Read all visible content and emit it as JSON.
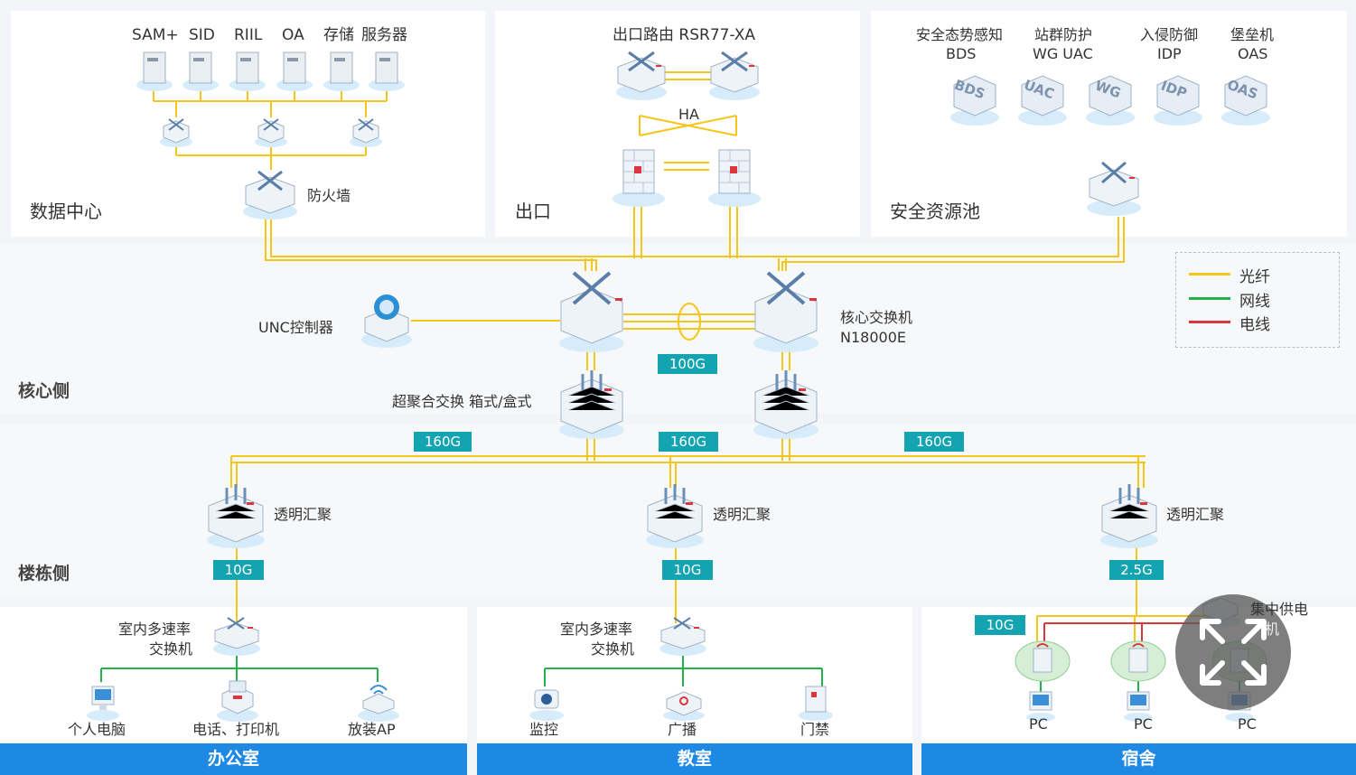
{
  "colors": {
    "fiber": "#f5c518",
    "ethernet": "#22b14c",
    "power": "#d9363e",
    "badge": "#14a3b0",
    "bar": "#1e88e5"
  },
  "top": {
    "datacenter": {
      "title": "数据中心",
      "servers": [
        "SAM+",
        "SID",
        "RIIL",
        "OA",
        "存储",
        "服务器"
      ],
      "firewall": "防火墙"
    },
    "egress": {
      "title": "出口",
      "router": "出口路由 RSR77-XA",
      "ha": "HA"
    },
    "security": {
      "title": "安全资源池",
      "items": [
        {
          "name": "安全态势感知",
          "code": "BDS"
        },
        {
          "name": "站群防护",
          "code": "WG UAC"
        },
        {
          "name": "入侵防御",
          "code": "IDP"
        },
        {
          "name": "堡垒机",
          "code": "OAS"
        }
      ],
      "icons": [
        "BDS",
        "UAC",
        "WG",
        "IDP",
        "OAS"
      ]
    }
  },
  "core": {
    "zone": "核心侧",
    "controller": "UNC控制器",
    "switch_label": "核心交换机",
    "switch_model": "N18000E",
    "link": "100G",
    "box_label": "超聚合交换 箱式/盒式"
  },
  "uplinks": [
    "160G",
    "160G",
    "160G"
  ],
  "building": {
    "zone": "楼栋侧",
    "agg_label": "透明汇聚",
    "downlinks": [
      "10G",
      "10G",
      "2.5G"
    ]
  },
  "office": {
    "switch": [
      "室内多速率",
      "交换机"
    ],
    "devices": [
      "个人电脑",
      "电话、打印机",
      "放装AP"
    ],
    "bar": "办公室"
  },
  "classroom": {
    "switch": [
      "室内多速率",
      "交换机"
    ],
    "devices": [
      "监控",
      "广播",
      "门禁"
    ],
    "bar": "教室"
  },
  "dorm": {
    "link": "10G",
    "power": [
      "集中供电",
      "机"
    ],
    "devices": [
      "PC",
      "PC",
      "PC"
    ],
    "bar": "宿舍"
  },
  "legend": [
    {
      "label": "光纤",
      "color": "#f5c518"
    },
    {
      "label": "网线",
      "color": "#22b14c"
    },
    {
      "label": "电线",
      "color": "#d9363e"
    }
  ],
  "controls": {
    "fullscreen_icon": "fullscreen-icon"
  }
}
